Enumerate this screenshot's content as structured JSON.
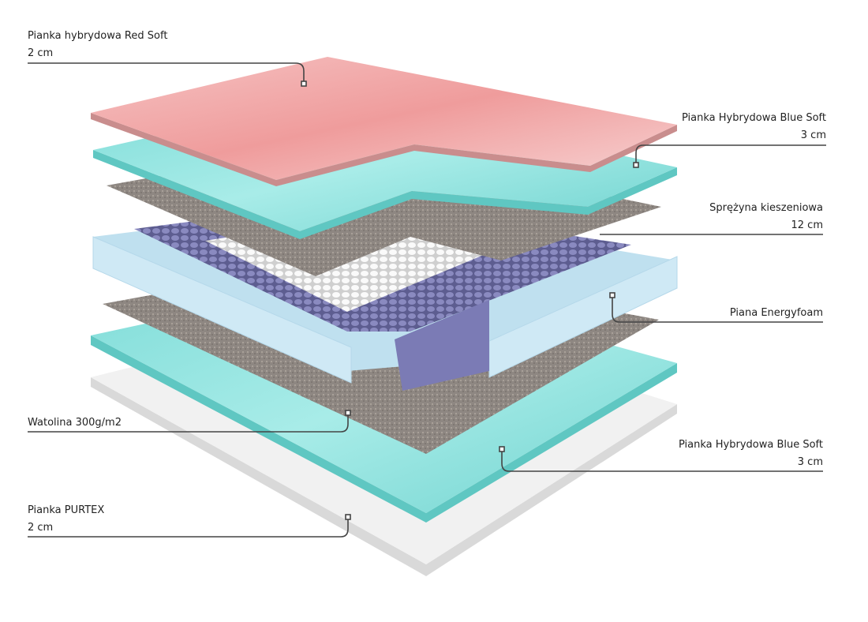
{
  "labels": {
    "red_soft": {
      "name": "Pianka hybrydowa Red Soft",
      "size": "2 cm"
    },
    "blue_soft_top": {
      "name": "Pianka Hybrydowa Blue Soft",
      "size": "3 cm"
    },
    "pocket_spring": {
      "name": "Sprężyna kieszeniowa",
      "size": "12 cm"
    },
    "energyfoam": {
      "name": "Piana Energyfoam"
    },
    "watolina": {
      "name": "Watolina 300g/m2"
    },
    "blue_soft_bottom": {
      "name": "Pianka Hybrydowa Blue Soft",
      "size": "3 cm"
    },
    "purtex": {
      "name": "Pianka PURTEX",
      "size": "2 cm"
    }
  },
  "colors": {
    "red_foam": "#f2a9a9",
    "blue_foam": "#8de3df",
    "felt": "#8d8580",
    "frame": "#cfe9f5",
    "spring_purple": "#6f6fa8",
    "spring_white": "#f2f2f2",
    "purtex": "#efefef",
    "leader": "#444444"
  }
}
